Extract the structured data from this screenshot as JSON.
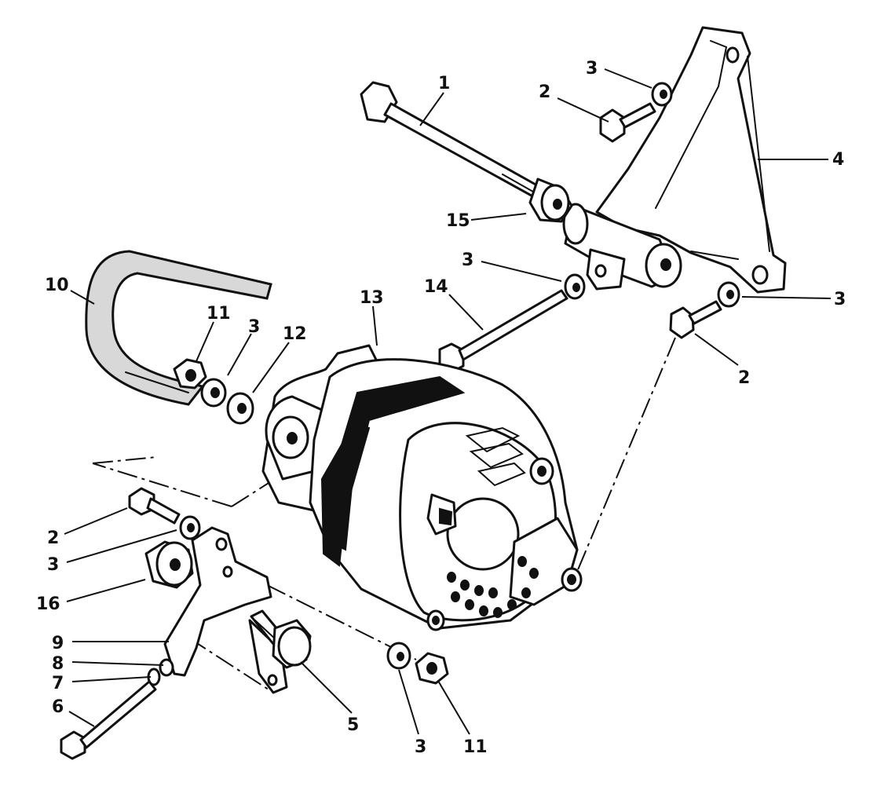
{
  "callouts": {
    "c1": "1",
    "c2a": "2",
    "c2b": "2",
    "c2c": "2",
    "c3a": "3",
    "c3b": "3",
    "c3c": "3",
    "c3d": "3",
    "c3e": "3",
    "c3f": "3",
    "c4": "4",
    "c5": "5",
    "c6": "6",
    "c7": "7",
    "c8": "8",
    "c9": "9",
    "c10": "10",
    "c11a": "11",
    "c11b": "11",
    "c12": "12",
    "c13": "13",
    "c14": "14",
    "c15": "15",
    "c16": "16"
  },
  "colors": {
    "ink": "#111111",
    "paper": "#ffffff",
    "belt_fill": "#d8d8d8"
  }
}
